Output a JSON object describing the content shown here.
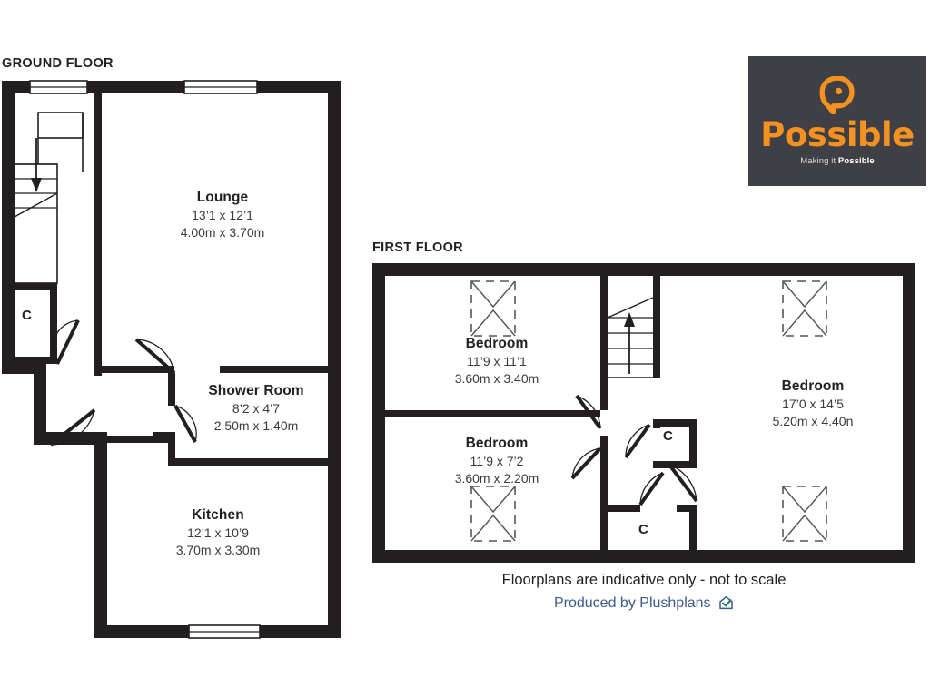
{
  "document": {
    "type": "residential-floorplan"
  },
  "floors": [
    {
      "id": "ground",
      "heading": "GROUND FLOOR",
      "rooms": [
        {
          "name": "Lounge",
          "imperial": "13’1 x 12’1",
          "metric": "4.00m x 3.70m"
        },
        {
          "name": "Shower Room",
          "imperial": "8’2 x 4’7",
          "metric": "2.50m x 1.40m"
        },
        {
          "name": "Kitchen",
          "imperial": "12’1 x 10’9",
          "metric": "3.70m x 3.30m"
        }
      ],
      "cupboards": [
        "C"
      ]
    },
    {
      "id": "first",
      "heading": "FIRST FLOOR",
      "rooms": [
        {
          "name": "Bedroom",
          "imperial": "11’9 x 11’1",
          "metric": "3.60m x 3.40m"
        },
        {
          "name": "Bedroom",
          "imperial": "11’9 x 7’2",
          "metric": "3.60m x 2.20m"
        },
        {
          "name": "Bedroom",
          "imperial": "17’0 x 14’5",
          "metric": "5.20m x 4.40n"
        }
      ],
      "cupboards": [
        "C",
        "C"
      ]
    }
  ],
  "logo": {
    "wordmark": "Possible",
    "tagline_prefix": "Making it ",
    "tagline_strong": "Possible",
    "background_color": "#3f4045",
    "accent_color": "#f59120"
  },
  "footer": {
    "disclaimer": "Floorplans are indicative only - not to scale",
    "producer": "Produced by Plushplans",
    "producer_color": "#3c5a8a"
  },
  "style": {
    "wall_color": "#231f20",
    "paper_color": "#ffffff"
  }
}
